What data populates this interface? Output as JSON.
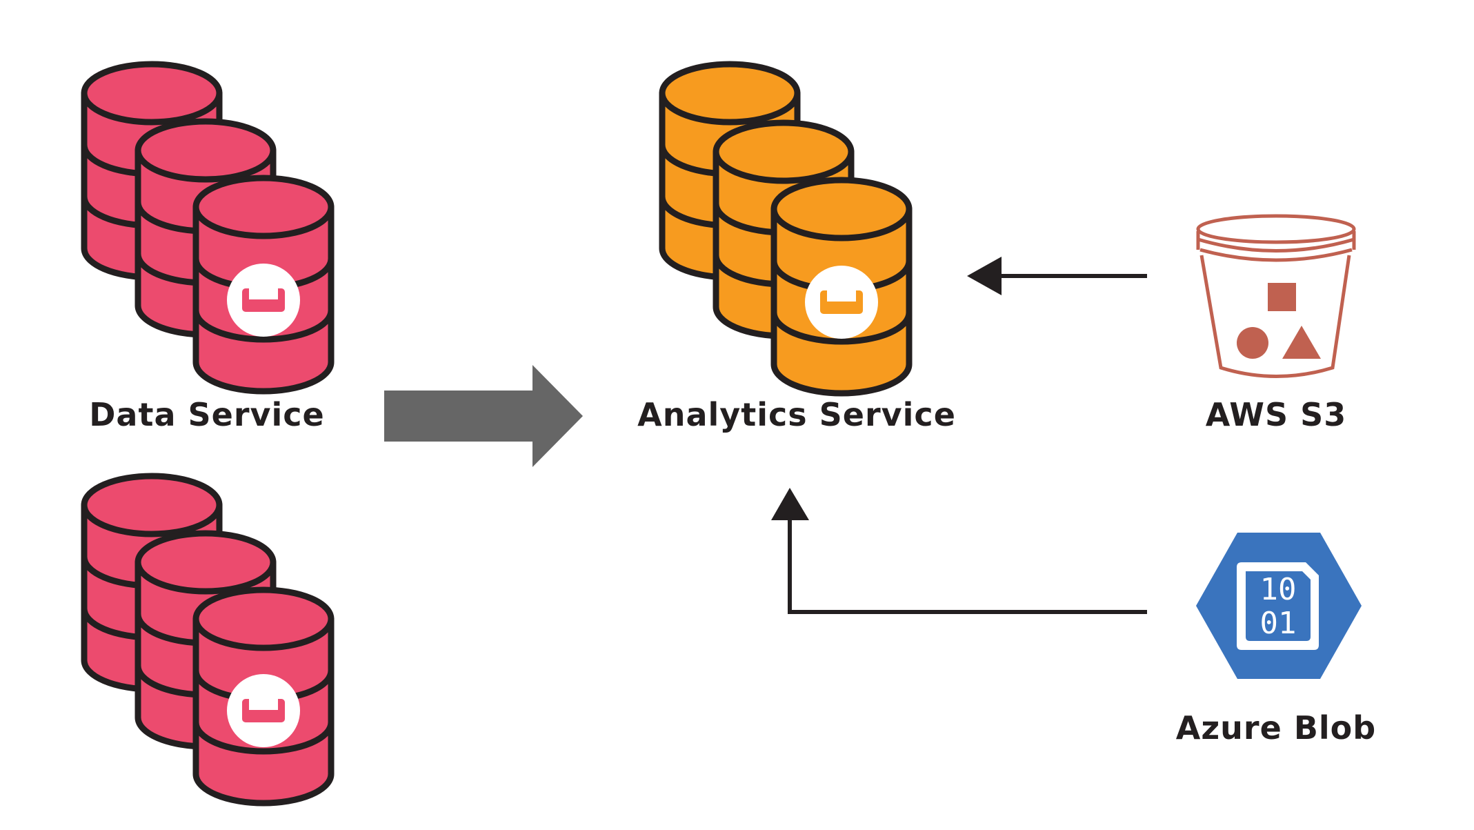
{
  "labels": {
    "data_service": "Data Service",
    "analytics_service": "Analytics Service",
    "aws_s3": "AWS S3",
    "azure_blob": "Azure Blob"
  },
  "azure_icon": {
    "line1": "10",
    "line2": "01"
  },
  "colors": {
    "data_service": "#ec4b6e",
    "analytics_service": "#f79b1f",
    "s3": "#c06150",
    "azure": "#3a74be",
    "arrow_gray": "#666666",
    "outline": "#231f20"
  },
  "icons": [
    "database-cluster-icon",
    "bucket-icon",
    "azure-blob-icon",
    "couchbase-logo-icon"
  ]
}
